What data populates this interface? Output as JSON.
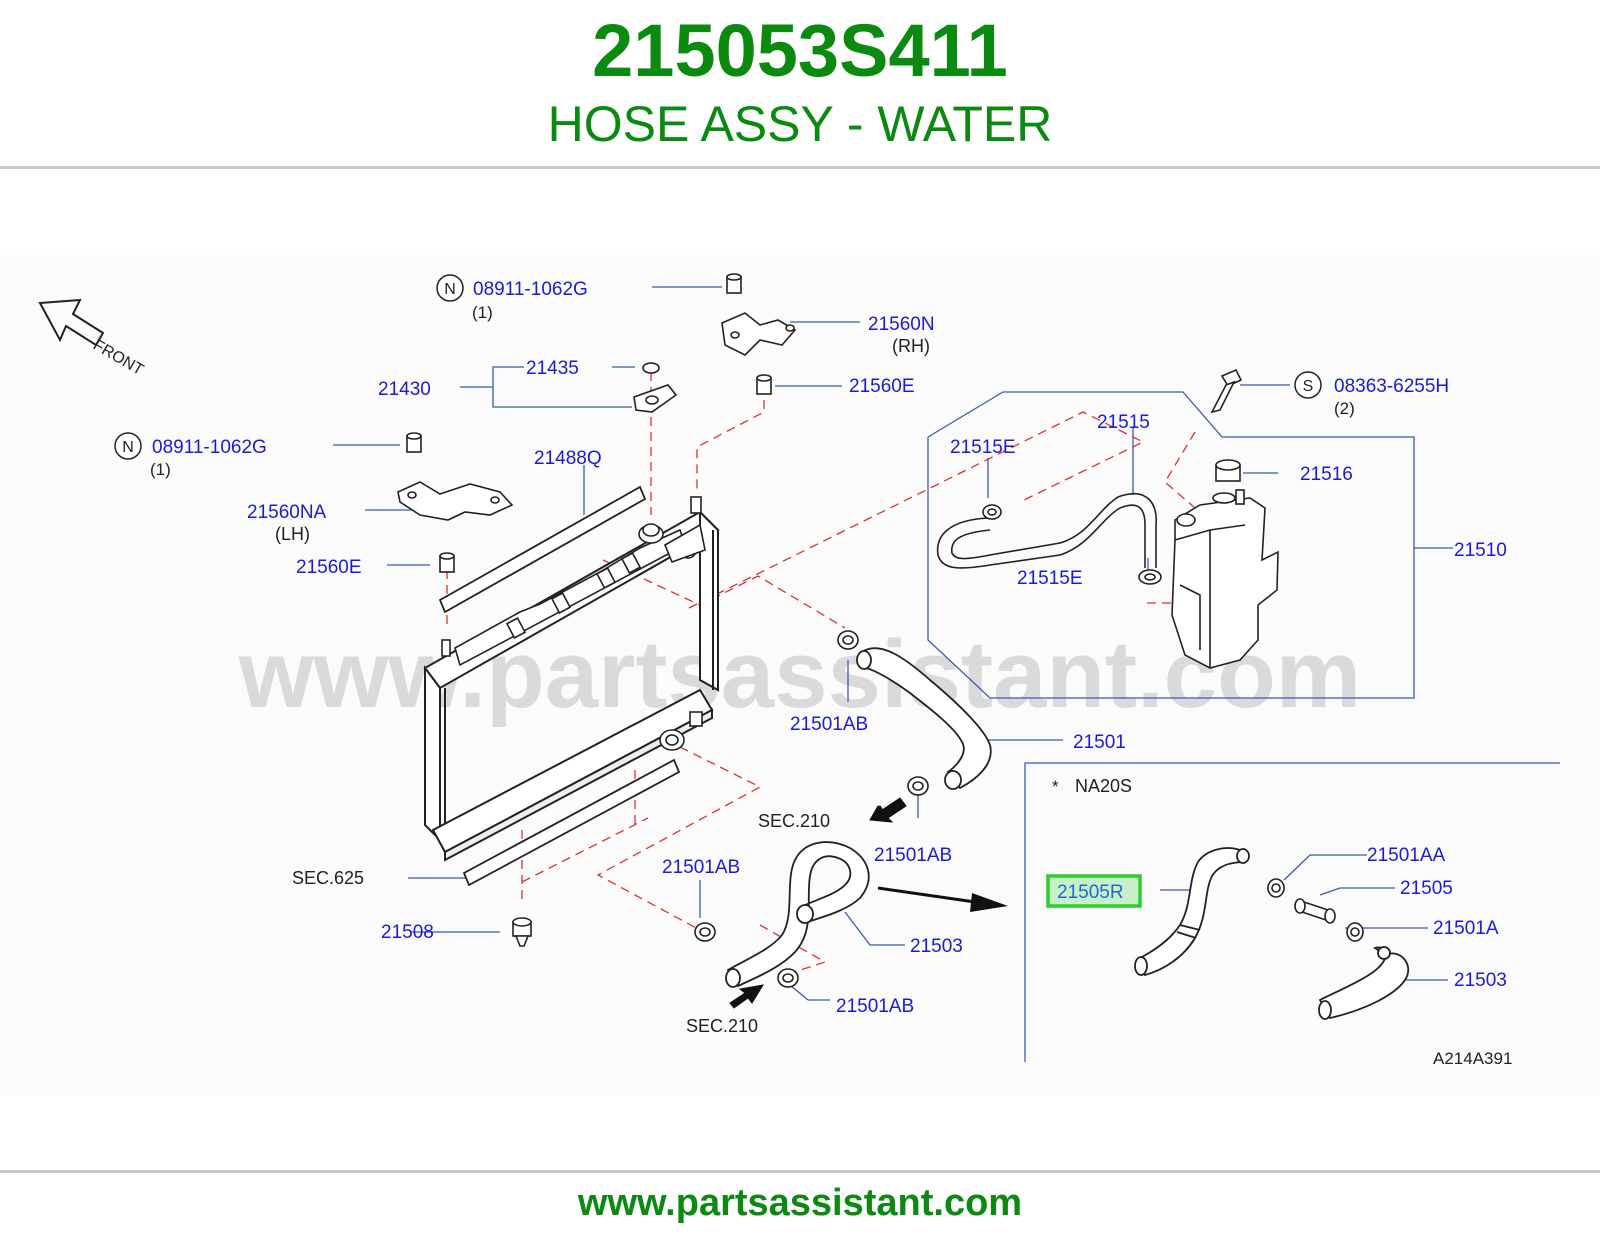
{
  "header": {
    "part_number": "215053S411",
    "description": "HOSE ASSY - WATER"
  },
  "colors": {
    "brand_green": "#0b8a10",
    "callout_blue": "#1a1adc",
    "leader_blue": "#3a5bb0",
    "dash_red": "#e03030",
    "highlight_green": "#2ecc2e",
    "highlight_fill": "#c8f0c8"
  },
  "watermark": "www.partsassistant.com",
  "footer": {
    "url": "www.partsassistant.com"
  },
  "diagram": {
    "front_label": "FRONT",
    "callouts": {
      "n_top": "08911-1062G",
      "n_top_qty": "(1)",
      "c21560n": "21560N",
      "rh": "(RH)",
      "c21435": "21435",
      "c21430": "21430",
      "c21560e_top": "21560E",
      "s_bolt": "08363-6255H",
      "s_bolt_qty": "(2)",
      "n_left": "08911-1062G",
      "n_left_qty": "(1)",
      "c21488q": "21488Q",
      "c21515": "21515",
      "c21515e_top": "21515E",
      "c21516": "21516",
      "c21560na": "21560NA",
      "lh": "(LH)",
      "c21560e_left": "21560E",
      "c21510": "21510",
      "c21515e_bot": "21515E",
      "c21501ab_mid": "21501AB",
      "c21501": "21501",
      "na20s_star": "*",
      "na20s": "NA20S",
      "sec210_top": "SEC.210",
      "c21501ab_r": "21501AB",
      "c21501aa": "21501AA",
      "c21501ab_l": "21501AB",
      "sec625": "SEC.625",
      "c21505r": "21505R",
      "c21505": "21505",
      "c21508": "21508",
      "c21503": "21503",
      "c21501a": "21501A",
      "c21503_r": "21503",
      "c21501ab_bot": "21501AB",
      "sec210_bot": "SEC.210",
      "ref_code": "A214A391"
    },
    "circle_markers": {
      "n": "N",
      "s": "S"
    }
  }
}
